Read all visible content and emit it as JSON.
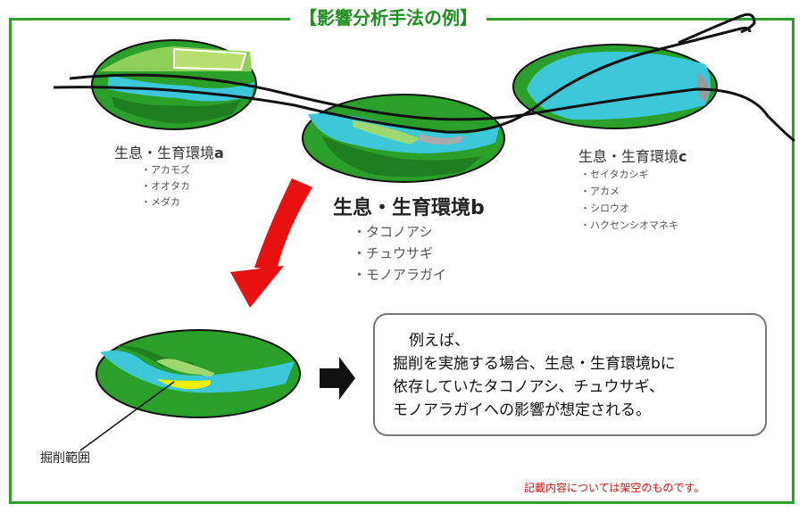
{
  "title": "【影響分析手法の例】",
  "habitats": [
    {
      "title_prefix": "生息・生育環境",
      "title_suffix": "a",
      "species": [
        "・アカモズ",
        "・オオタカ",
        "・メダカ"
      ]
    },
    {
      "title_prefix": "生息・生育環境",
      "title_suffix": "b",
      "species": [
        "・タコノアシ",
        "・チュウサギ",
        "・モノアラガイ"
      ]
    },
    {
      "title_prefix": "生息・生育環境",
      "title_suffix": "c",
      "species": [
        "・セイタカシギ",
        "・アカメ",
        "・シロウオ",
        "・ハクセンシオマネキ"
      ]
    }
  ],
  "callout": {
    "lines": [
      "例えば、",
      "掘削を実施する場合、生息・生育環境bに",
      "依存していたタコノアシ、チュウサギ、",
      "モノアラガイへの影響が想定される。"
    ]
  },
  "excavation_label": "掘削範囲",
  "disclaimer": "記載内容については架空のものです。",
  "colors": {
    "frame": "#2e9e2e",
    "habitat_green": "#2aa02a",
    "water": "#3cc8d8",
    "arrow_red": "#e81010",
    "excavation": "#f0f000",
    "disclaimer": "#e01010"
  }
}
